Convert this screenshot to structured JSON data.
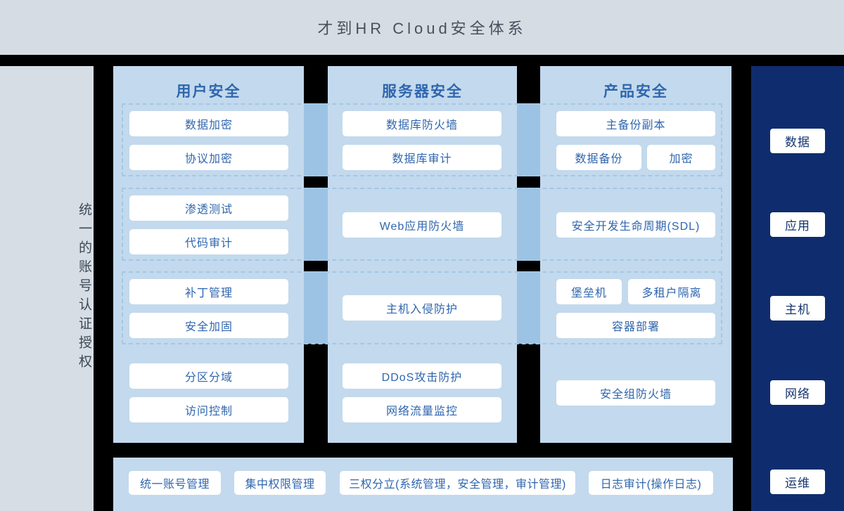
{
  "title": "才到HR Cloud安全体系",
  "left_rail": {
    "label": "统一的账号认证授权"
  },
  "columns": [
    {
      "title": "用户安全",
      "groups": [
        {
          "items": [
            "数据加密",
            "协议加密"
          ]
        },
        {
          "items": [
            "渗透测试",
            "代码审计"
          ]
        },
        {
          "items": [
            "补丁管理",
            "安全加固"
          ]
        },
        {
          "items": [
            "分区分域",
            "访问控制"
          ]
        }
      ]
    },
    {
      "title": "服务器安全",
      "groups": [
        {
          "items": [
            "数据库防火墙",
            "数据库审计"
          ]
        },
        {
          "items": [
            "Web应用防火墙"
          ]
        },
        {
          "items": [
            "主机入侵防护"
          ]
        },
        {
          "items": [
            "DDoS攻击防护",
            "网络流量监控"
          ]
        }
      ]
    },
    {
      "title": "产品安全",
      "groups": [
        {
          "items": [
            "主备份副本",
            "数据备份",
            "加密"
          ]
        },
        {
          "items": [
            "安全开发生命周期(SDL)"
          ]
        },
        {
          "items": [
            "堡垒机",
            "多租户隔离",
            "容器部署"
          ]
        },
        {
          "items": [
            "安全组防火墙"
          ]
        }
      ]
    }
  ],
  "right_rail": {
    "labels": [
      "数据",
      "应用",
      "主机",
      "网络",
      "运维"
    ]
  },
  "bottom_bar": {
    "items": [
      "统一账号管理",
      "集中权限管理",
      "三权分立(系统管理，安全管理，审计管理)",
      "日志审计(操作日志)"
    ]
  },
  "colors": {
    "panel_blue": "#c3d9ed",
    "bridge_blue": "#9cc3e4",
    "rail_gray": "#d6dde5",
    "header_gray": "#d5dce3",
    "navy": "#0f2d6e",
    "accent_text": "#2f66ae",
    "background": "#000000"
  }
}
